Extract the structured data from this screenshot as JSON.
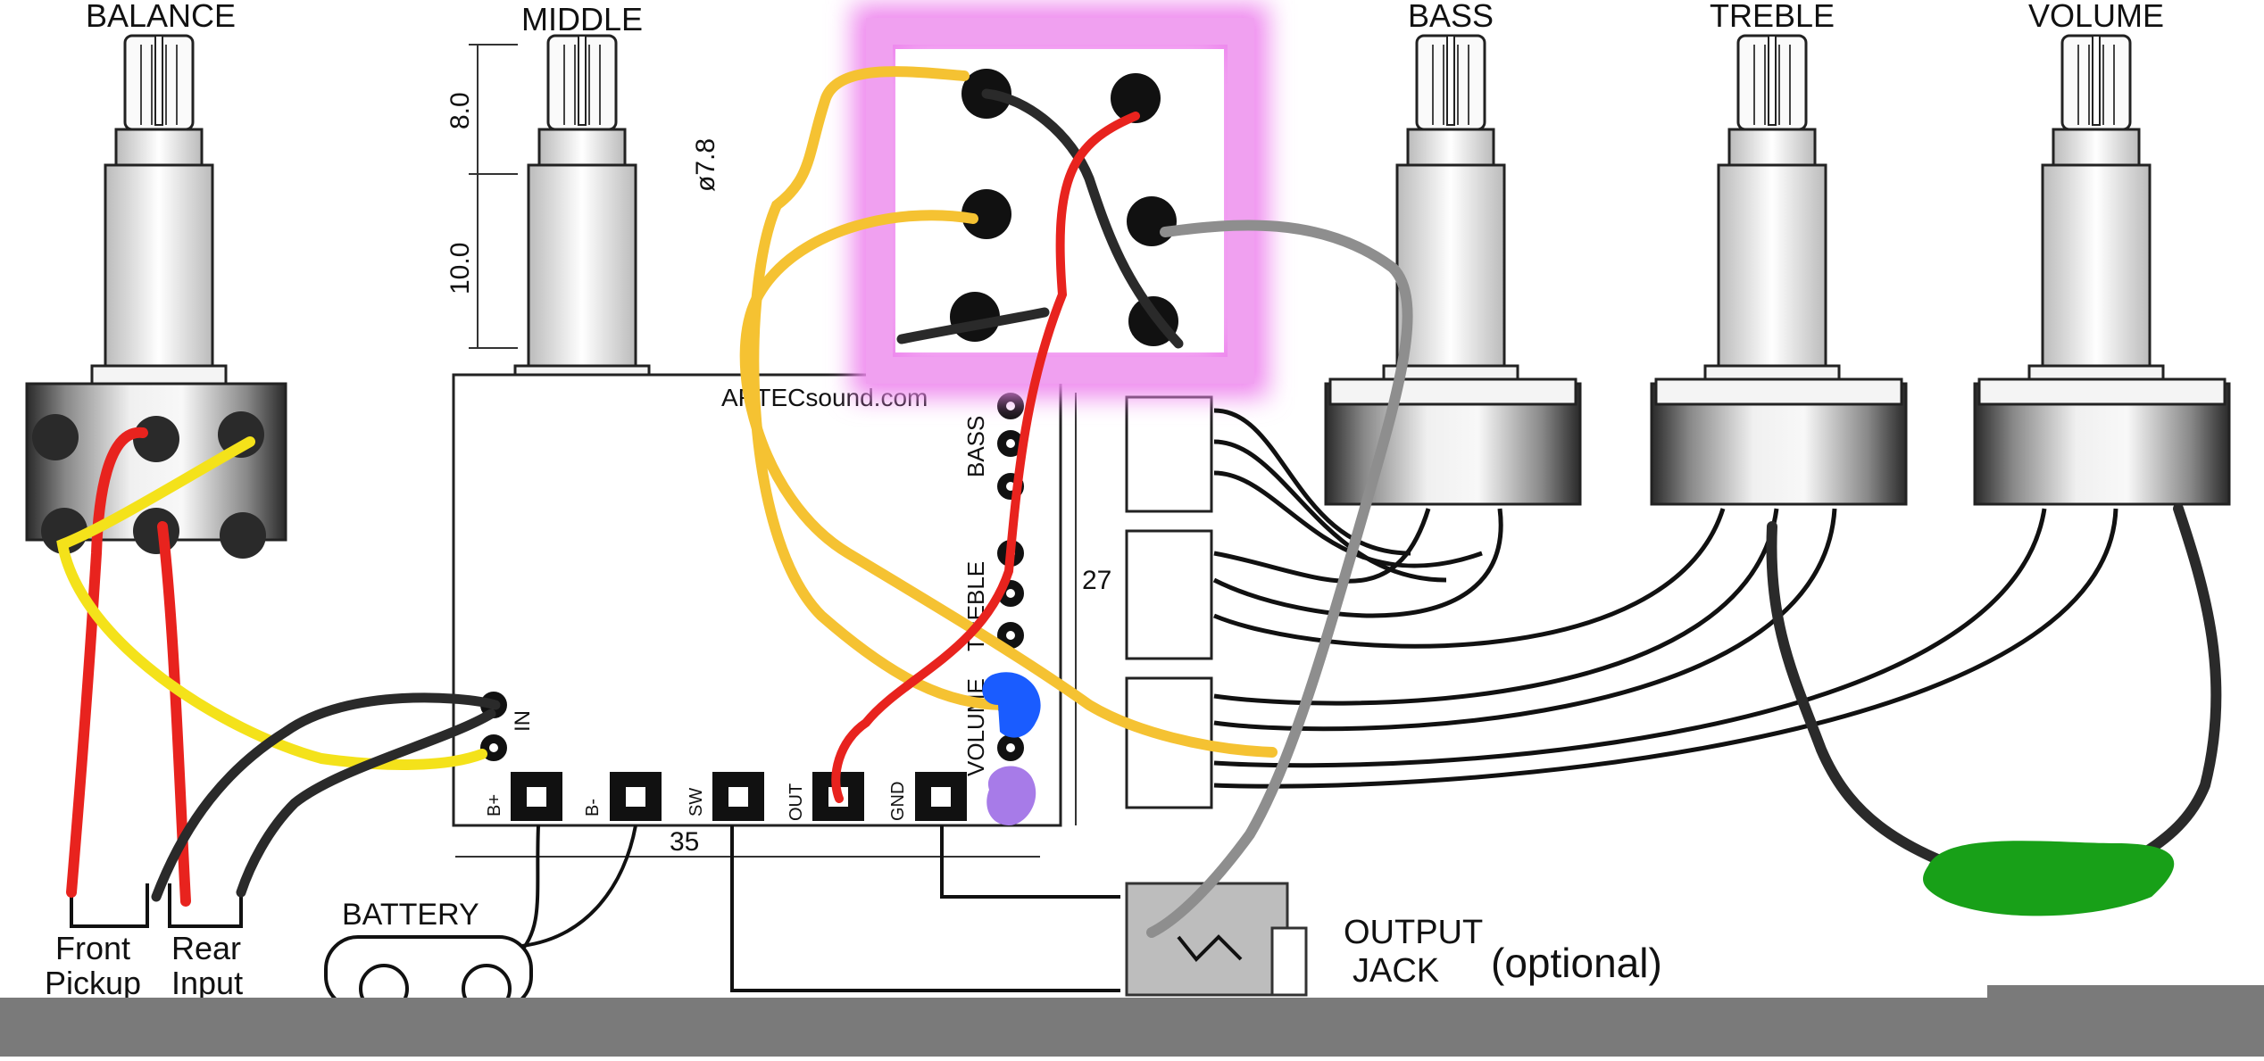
{
  "pots": {
    "balance": "BALANCE",
    "middle": "MIDDLE",
    "bass": "BASS",
    "treble": "TREBLE",
    "volume": "VOLUME"
  },
  "dimensions": {
    "d1": "8.0",
    "d2": "10.0",
    "dia": "ø7.8",
    "width": "35",
    "height": "27"
  },
  "board": {
    "brand": "ARTECsound.com",
    "label_bass": "BASS",
    "label_treble": "TREBLE",
    "label_volume": "VOLUME",
    "label_in": "IN",
    "pads": [
      "B+",
      "B-",
      "SW",
      "OUT",
      "GND"
    ]
  },
  "labels": {
    "battery": "BATTERY",
    "front": "Front",
    "rear": "Rear",
    "pickup": "Pickup",
    "input": "Input",
    "output": "OUTPUT",
    "jack": "JACK",
    "optional": "(optional)"
  },
  "colors": {
    "highlight": "#ee88ee",
    "red_wire": "#e8231e",
    "yellow_wire": "#f4e21a",
    "orange_wire": "#f5c232",
    "black_wire": "#2a2a2a",
    "gray_wire": "#8e8e8e",
    "blue_dot": "#1a5cff",
    "purple_dot": "#a77be8",
    "green_blob": "#18a018",
    "bottom_bar": "#7a7a7a"
  }
}
